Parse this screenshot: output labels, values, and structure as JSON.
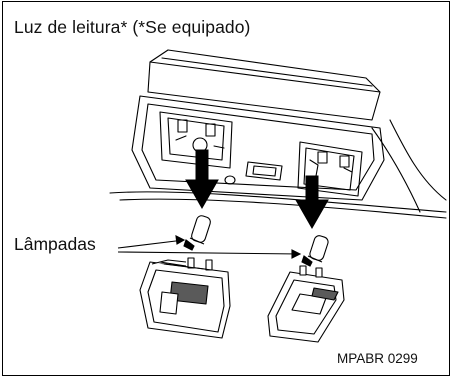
{
  "figure": {
    "title": "Luz de leitura* (*Se equipado)",
    "part_label": "Lâmpadas",
    "figure_code": "MPABR 0299"
  },
  "colors": {
    "line": "#000000",
    "background": "#ffffff",
    "shade": "#5a5a5a"
  }
}
